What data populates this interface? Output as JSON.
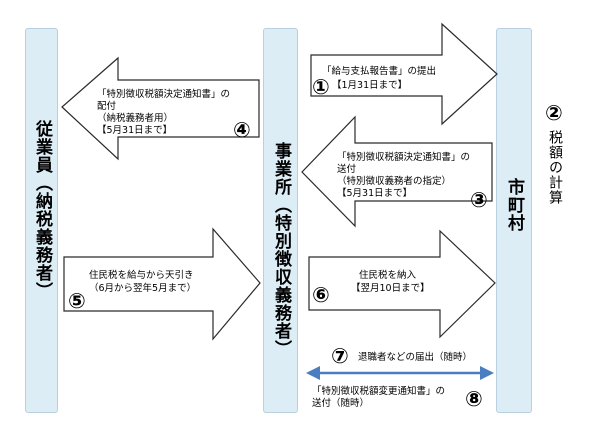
{
  "columns": {
    "employee": "従業員（納税義務者）",
    "office": "事業所（特別徴収義務者）",
    "municipality": "市町村"
  },
  "side_note": {
    "number": "②",
    "text": "税額の計算"
  },
  "steps": [
    {
      "number": "①",
      "lines": [
        "「給与支払報告書」の提出",
        "【1月31日まで】"
      ]
    },
    {
      "number": "③",
      "lines": [
        "「特別徴収税額決定通知書」の",
        "送付",
        "（特別徴収義務者の指定）",
        "【5月31日まで】"
      ]
    },
    {
      "number": "④",
      "lines": [
        "「特別徴収税額決定通知書」の",
        "配付",
        "（納税義務者用）",
        "【5月31日まで】"
      ]
    },
    {
      "number": "⑤",
      "lines": [
        "住民税を給与から天引き",
        "（6月から翌年5月まで）"
      ]
    },
    {
      "number": "⑥",
      "lines": [
        "住民税を納入",
        "【翌月10日まで】"
      ]
    },
    {
      "number": "⑦",
      "lines": [
        "退職者などの届出（随時）"
      ]
    },
    {
      "number": "⑧",
      "lines": [
        "「特別徴収税額変更通知書」の",
        "送付（随時）"
      ]
    }
  ]
}
